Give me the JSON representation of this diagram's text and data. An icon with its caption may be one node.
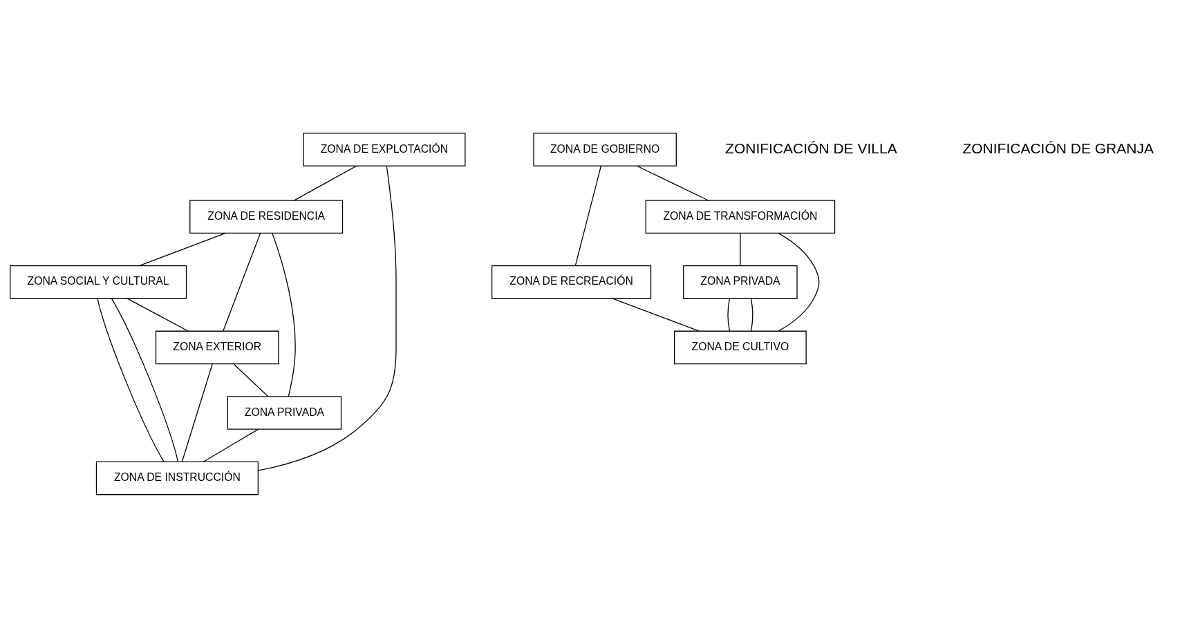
{
  "diagram": {
    "nodes": [
      {
        "text": [
          "ZONA DE EXPLOTACIÓN"
        ]
      },
      {
        "text": [
          "ZONA DE RESIDENCIA"
        ]
      },
      {
        "text": [
          "ZONA DE INSTRUCCIÓN"
        ]
      },
      {
        "text": [
          "ZONA SOCIAL Y CULTURAL"
        ]
      },
      {
        "text": [
          "ZONA EXTERIOR"
        ]
      },
      {
        "text": [
          "ZONA PRIVADA"
        ]
      },
      {
        "text": [
          "ZONA DE GOBIERNO"
        ]
      },
      {
        "text": [
          "ZONA DE RECREACIÓN"
        ]
      },
      {
        "text": [
          "ZONA DE TRANSFORMACIÓN"
        ]
      },
      {
        "text": [
          "ZONA PRIVADA"
        ]
      },
      {
        "text": [
          "ZONA DE CULTIVO"
        ]
      }
    ],
    "edges": [
      {
        "from": 0,
        "to": 1,
        "arrow": "none"
      },
      {
        "from": 0,
        "to": 2,
        "arrow": "none"
      },
      {
        "from": 2,
        "to": 3,
        "arrow": "none"
      },
      {
        "from": 1,
        "to": 3,
        "arrow": "none"
      },
      {
        "from": 3,
        "to": 2,
        "arrow": "none"
      },
      {
        "from": 3,
        "to": 4,
        "arrow": "none"
      },
      {
        "from": 1,
        "to": 4,
        "arrow": "none"
      },
      {
        "from": 4,
        "to": 2,
        "arrow": "none"
      },
      {
        "from": 4,
        "to": 5,
        "arrow": "none"
      },
      {
        "from": 1,
        "to": 5,
        "arrow": "none"
      },
      {
        "from": 5,
        "to": 2,
        "arrow": "none"
      },
      {
        "from": 6,
        "to": 7,
        "arrow": "none"
      },
      {
        "from": 6,
        "to": 8,
        "arrow": "none"
      },
      {
        "from": 7,
        "to": 10,
        "arrow": "none"
      },
      {
        "from": 8,
        "to": 10,
        "arrow": "none"
      },
      {
        "from": 8,
        "to": 9,
        "arrow": "none"
      },
      {
        "from": 9,
        "to": 10,
        "arrow": "none"
      },
      {
        "from": 9,
        "to": 10,
        "arrow": "none"
      }
    ],
    "labels": [
      "ZONIFICACIÓN DE VILLA",
      "ZONIFICACIÓN DE GRANJA"
    ]
  }
}
